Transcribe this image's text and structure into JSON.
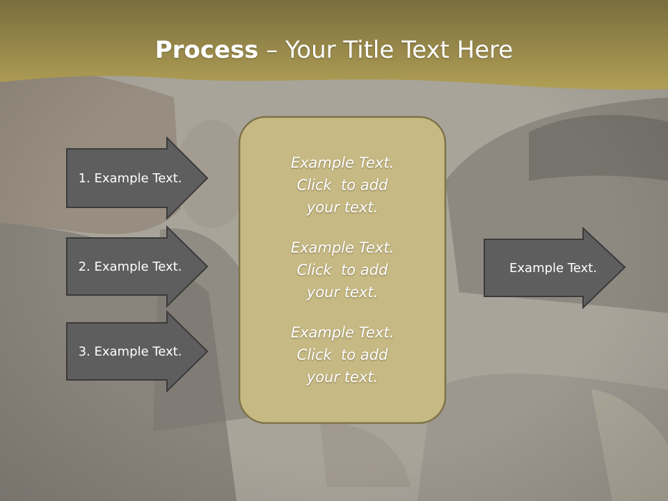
{
  "title": {
    "bold": "Process",
    "rest": " – Your Title Text Here"
  },
  "left_arrows": [
    {
      "label": "1. Example Text."
    },
    {
      "label": "2. Example Text."
    },
    {
      "label": "3. Example Text."
    }
  ],
  "center_box": {
    "paragraphs": [
      {
        "line1": "Example Text.",
        "line2": "Click  to add",
        "line3": "your text."
      },
      {
        "line1": "Example Text.",
        "line2": "Click  to add",
        "line3": "your text."
      },
      {
        "line1": "Example Text.",
        "line2": "Click  to add",
        "line3": "your text."
      }
    ]
  },
  "right_arrow": {
    "label": "Example Text."
  },
  "colors": {
    "header_band": "#a89a55",
    "arrow_fill": "#5e5e5e",
    "arrow_stroke": "#3a3a3a",
    "box_fill": "#c7b983",
    "box_stroke": "#7c7248"
  }
}
